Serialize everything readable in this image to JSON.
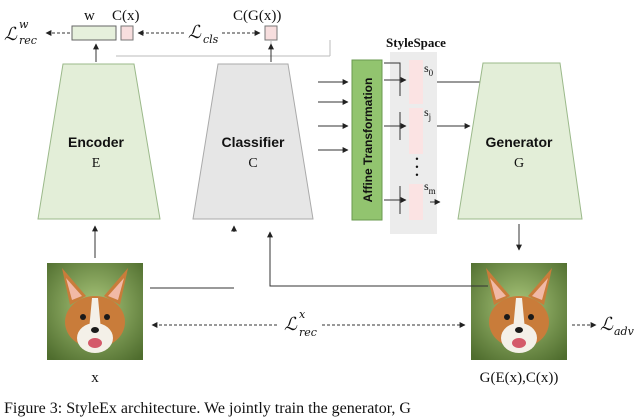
{
  "modules": {
    "encoder": {
      "name": "Encoder",
      "symbol": "E"
    },
    "classifier": {
      "name": "Classifier",
      "symbol": "C"
    },
    "generator": {
      "name": "Generator",
      "symbol": "G"
    },
    "affine": {
      "name": "Affine Transformation"
    }
  },
  "stylespace": {
    "title": "StyleSpace",
    "s0_base": "s",
    "s0_sub": "0",
    "sj_base": "s",
    "sj_sub": "j",
    "sm_base": "s",
    "sm_sub": "m",
    "dots": "•"
  },
  "top": {
    "w_label": "w",
    "cx_label": "C(x)",
    "cgx_label": "C(G(x))"
  },
  "losses": {
    "rec_w_base": "ℒ",
    "rec_w_sup": "w",
    "rec_w_sub": "rec",
    "cls_base": "ℒ",
    "cls_sub": "cls",
    "rec_x_base": "ℒ",
    "rec_x_sup": "x",
    "rec_x_sub": "rec",
    "adv_base": "ℒ",
    "adv_sub": "adv"
  },
  "images": {
    "input_label": "x",
    "output_label": "G(E(x),C(x))"
  },
  "caption": "Figure 3: StyleEx architecture. We jointly train the generator, G"
}
